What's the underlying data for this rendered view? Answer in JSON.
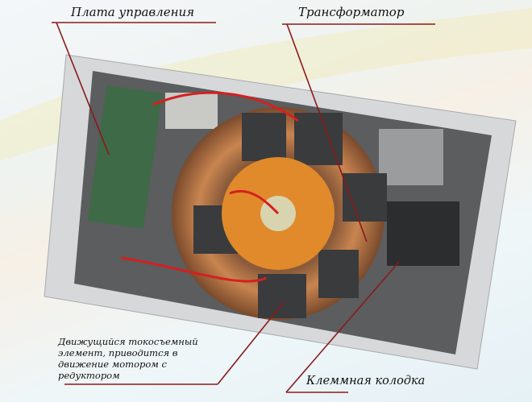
{
  "labels": {
    "control_board": "Плата управления",
    "transformer": "Трансформатор",
    "moving_contact": "Движущийся токосъемный элемент, приводится в движение мотором с редуктором",
    "terminal_block": "Клеммная колодка"
  },
  "colors": {
    "leader": "#8b1a1a",
    "copper": "#b8703e",
    "frame": "#d4d6d8"
  }
}
